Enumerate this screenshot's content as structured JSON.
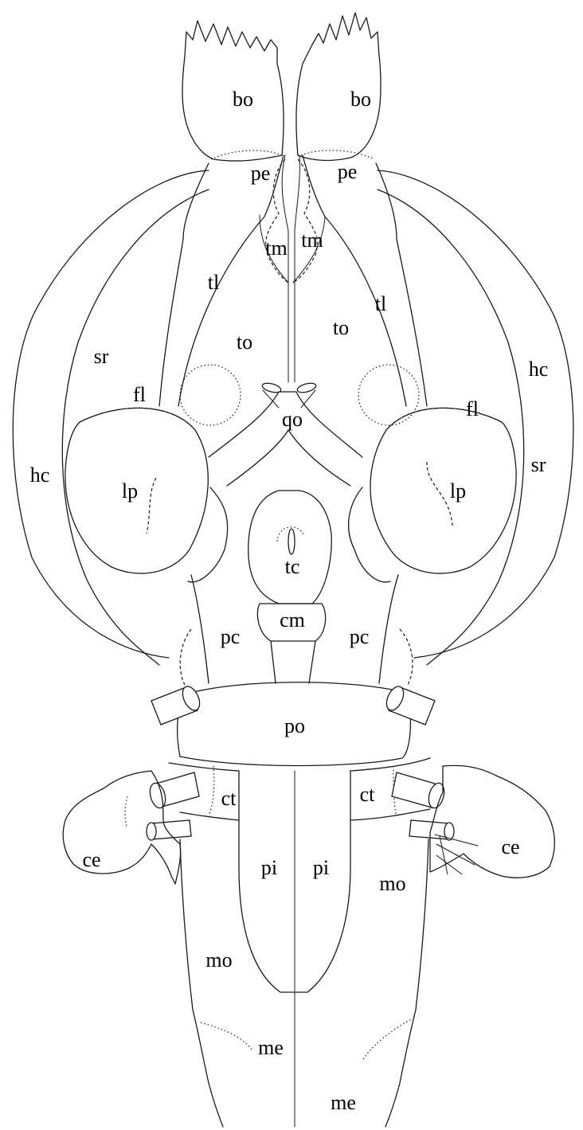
{
  "labels": {
    "bo_left": "bo",
    "bo_right": "bo",
    "pe_left": "pe",
    "pe_right": "pe",
    "tm_left": "tm",
    "tm_right": "tm",
    "tl_left": "tl",
    "tl_right": "tl",
    "to_left": "to",
    "to_right": "to",
    "sr_left": "sr",
    "sr_right": "sr",
    "hc_left": "hc",
    "hc_right": "hc",
    "fl_left": "fl",
    "fl_right": "fl",
    "qo": "qo",
    "lp_left": "lp",
    "lp_right": "lp",
    "tc": "tc",
    "cm": "cm",
    "pc_left": "pc",
    "pc_right": "pc",
    "po": "po",
    "ct_left": "ct",
    "ct_right": "ct",
    "ce_left": "ce",
    "ce_right": "ce",
    "pi_left": "pi",
    "pi_right": "pi",
    "mo_left": "mo",
    "mo_right": "mo",
    "me_left": "me",
    "me_right": "me"
  },
  "colors": {
    "ink": "#1a1a1a",
    "paper": "#ffffff"
  }
}
